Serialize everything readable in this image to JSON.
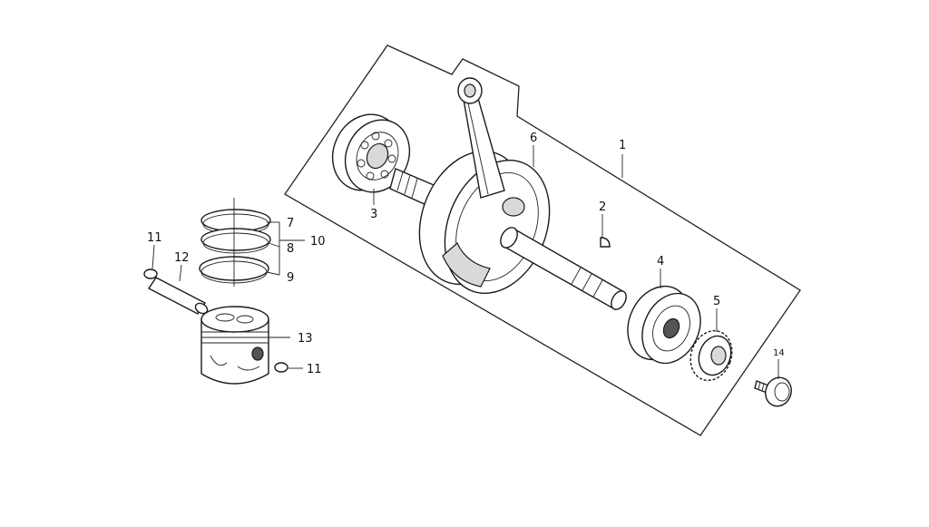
{
  "colors": {
    "line": "#222222",
    "background": "#ffffff",
    "fill_light": "#d9d9d9"
  },
  "callouts": [
    {
      "id": "1",
      "text": "1"
    },
    {
      "id": "2",
      "text": "2"
    },
    {
      "id": "3",
      "text": "3"
    },
    {
      "id": "4",
      "text": "4"
    },
    {
      "id": "5",
      "text": "5"
    },
    {
      "id": "6",
      "text": "6"
    },
    {
      "id": "7",
      "text": "7"
    },
    {
      "id": "8",
      "text": "8"
    },
    {
      "id": "9",
      "text": "9"
    },
    {
      "id": "10",
      "text": "10"
    },
    {
      "id": "11a",
      "text": "11"
    },
    {
      "id": "11b",
      "text": "11"
    },
    {
      "id": "12",
      "text": "12"
    },
    {
      "id": "13",
      "text": "13"
    },
    {
      "id": "14",
      "text": "14"
    }
  ]
}
